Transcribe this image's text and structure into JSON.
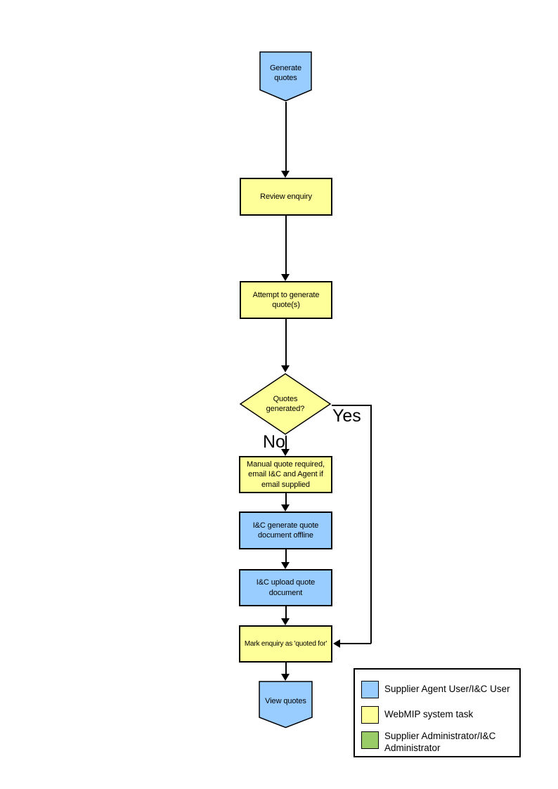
{
  "flowchart": {
    "nodes": {
      "start": "Generate quotes",
      "review": "Review enquiry",
      "attempt": "Attempt to generate quote(s)",
      "decision": "Quotes generated?",
      "manual": "Manual quote required, email I&C and Agent if email supplied",
      "generate_offline": "I&C generate quote document offline",
      "upload": "I&C upload quote document",
      "mark": "Mark enquiry as 'quoted for'",
      "end": "View quotes"
    },
    "edge_labels": {
      "yes": "Yes",
      "no": "No"
    },
    "colors": {
      "user_task": "#99CCFF",
      "system_task": "#FFFF99",
      "admin_task": "#99CC66",
      "line": "#000000"
    },
    "legend": {
      "items": [
        {
          "color": "#99CCFF",
          "label": "Supplier Agent User/I&C User"
        },
        {
          "color": "#FFFF99",
          "label": "WebMIP system task"
        },
        {
          "color": "#99CC66",
          "label": "Supplier Administrator/I&C Administrator"
        }
      ]
    }
  }
}
